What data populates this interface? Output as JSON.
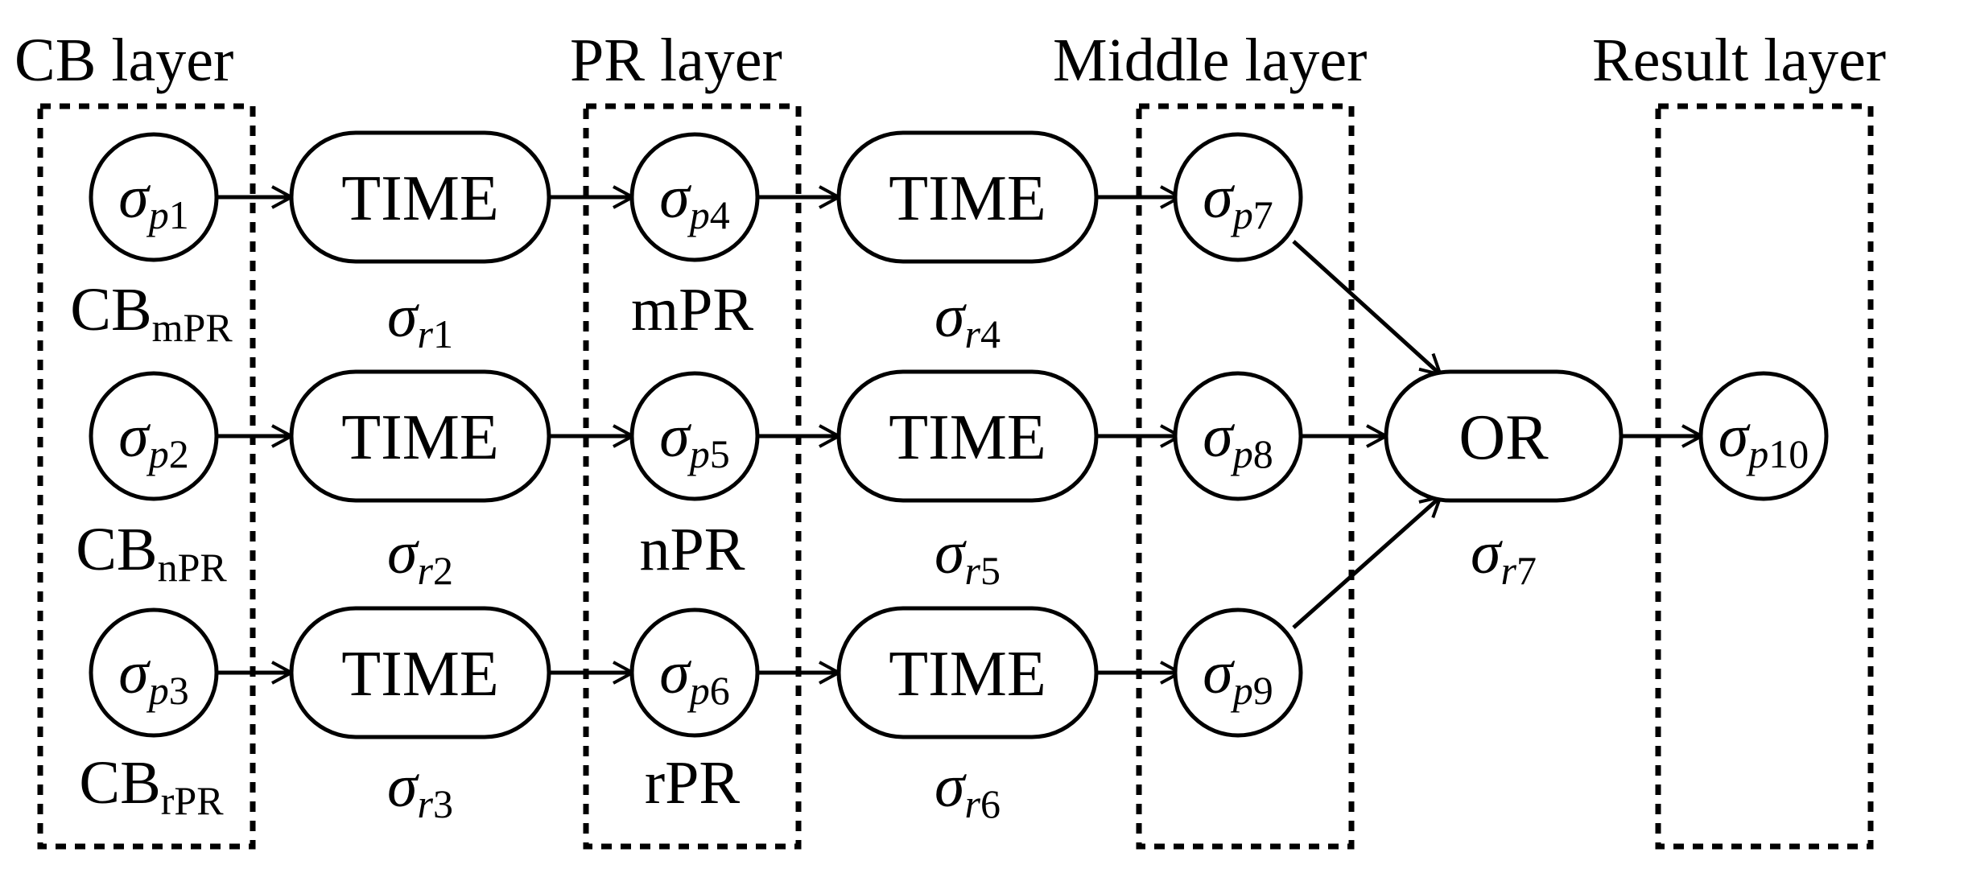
{
  "layers": [
    {
      "id": "cb",
      "label": "CB layer"
    },
    {
      "id": "pr",
      "label": "PR layer"
    },
    {
      "id": "middle",
      "label": "Middle layer"
    },
    {
      "id": "result",
      "label": "Result layer"
    }
  ],
  "places": {
    "p1": {
      "sym": "σ",
      "sub_a": "p",
      "sub_b": "1"
    },
    "p2": {
      "sym": "σ",
      "sub_a": "p",
      "sub_b": "2"
    },
    "p3": {
      "sym": "σ",
      "sub_a": "p",
      "sub_b": "3"
    },
    "p4": {
      "sym": "σ",
      "sub_a": "p",
      "sub_b": "4"
    },
    "p5": {
      "sym": "σ",
      "sub_a": "p",
      "sub_b": "5"
    },
    "p6": {
      "sym": "σ",
      "sub_a": "p",
      "sub_b": "6"
    },
    "p7": {
      "sym": "σ",
      "sub_a": "p",
      "sub_b": "7"
    },
    "p8": {
      "sym": "σ",
      "sub_a": "p",
      "sub_b": "8"
    },
    "p9": {
      "sym": "σ",
      "sub_a": "p",
      "sub_b": "9"
    },
    "p10": {
      "sym": "σ",
      "sub_a": "p",
      "sub_b": "10"
    }
  },
  "rules": {
    "r1": {
      "text": "TIME",
      "sym": "σ",
      "sub_a": "r",
      "sub_b": "1"
    },
    "r2": {
      "text": "TIME",
      "sym": "σ",
      "sub_a": "r",
      "sub_b": "2"
    },
    "r3": {
      "text": "TIME",
      "sym": "σ",
      "sub_a": "r",
      "sub_b": "3"
    },
    "r4": {
      "text": "TIME",
      "sym": "σ",
      "sub_a": "r",
      "sub_b": "4"
    },
    "r5": {
      "text": "TIME",
      "sym": "σ",
      "sub_a": "r",
      "sub_b": "5"
    },
    "r6": {
      "text": "TIME",
      "sym": "σ",
      "sub_a": "r",
      "sub_b": "6"
    },
    "r7": {
      "text": "OR",
      "sym": "σ",
      "sub_a": "r",
      "sub_b": "7"
    }
  },
  "place_labels": {
    "p1": {
      "main": "CB",
      "sub": "mPR"
    },
    "p2": {
      "main": "CB",
      "sub": "nPR"
    },
    "p3": {
      "main": "CB",
      "sub": "rPR"
    },
    "p4": {
      "main": "mPR"
    },
    "p5": {
      "main": "nPR"
    },
    "p6": {
      "main": "rPR"
    }
  }
}
